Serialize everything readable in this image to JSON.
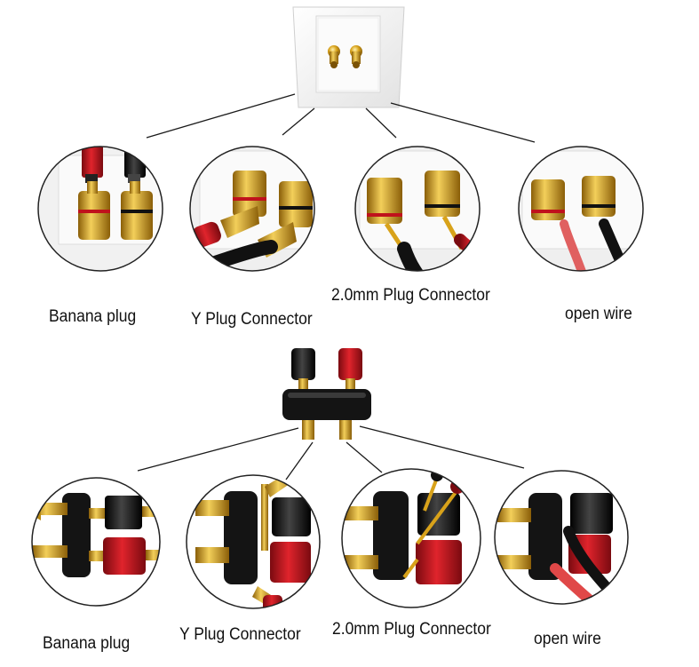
{
  "top_row": {
    "labels": [
      "Banana plug",
      "Y Plug Connector",
      "2.0mm Plug Connector",
      "open wire"
    ]
  },
  "bottom_row": {
    "labels": [
      "Banana plug",
      "Y Plug Connector",
      "2.0mm Plug Connector",
      "open wire"
    ]
  },
  "colors": {
    "gold": "#d8a21a",
    "gold_dark": "#9a6b0a",
    "red": "#c0121c",
    "black": "#151515",
    "wall_plate": "#f4f4f4",
    "line": "#1a1a1a"
  }
}
